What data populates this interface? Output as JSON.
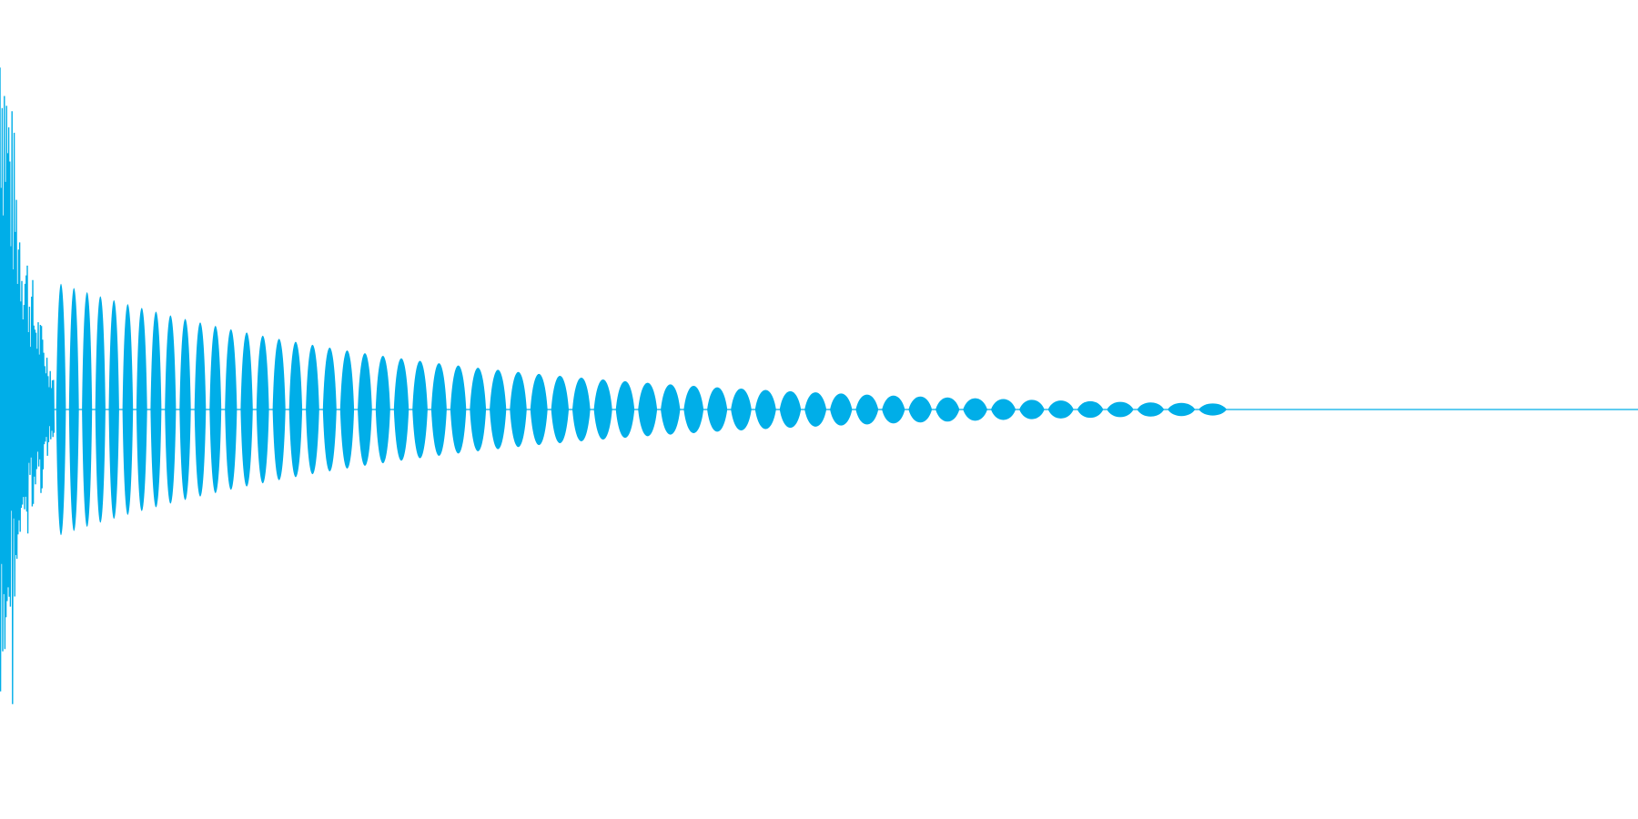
{
  "waveform": {
    "color": "#00aee8",
    "background": "#ffffff",
    "duration_fraction_with_signal": 0.75,
    "attack_peak_amplitude": 0.98,
    "tone_start_amplitude": 0.32,
    "decay_rate": 3.1,
    "cycle_count": 56,
    "cycle_period_growth": 0.6
  }
}
